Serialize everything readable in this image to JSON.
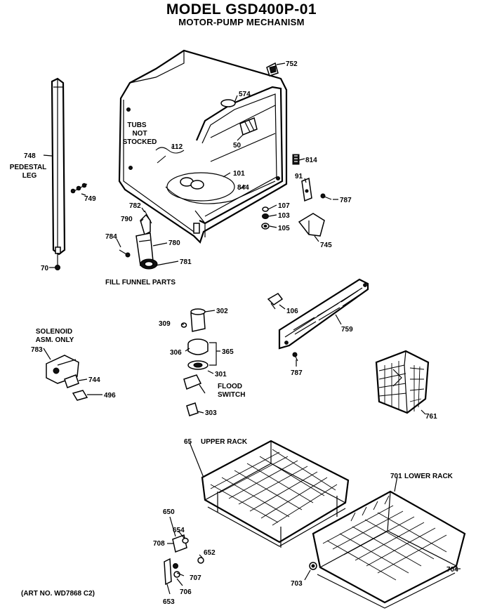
{
  "header": {
    "model": "MODEL GSD400P-01",
    "subtitle": "MOTOR-PUMP MECHANISM"
  },
  "captions": {
    "tubs_not_stocked": [
      "TUBS",
      "NOT",
      "STOCKED"
    ],
    "pedestal_leg": [
      "PEDESTAL",
      "LEG"
    ],
    "fill_funnel_parts": "FILL FUNNEL PARTS",
    "solenoid_asm_only": [
      "SOLENOID",
      "ASM. ONLY"
    ],
    "flood_switch": [
      "FLOOD",
      "SWITCH"
    ],
    "upper_rack": "UPPER RACK",
    "lower_rack": "LOWER RACK",
    "art_no": "(ART NO. WD7868 C2)"
  },
  "labels": {
    "p752": "752",
    "p574": "574",
    "p112": "112",
    "p50": "50",
    "p101": "101",
    "p844": "844",
    "p748": "748",
    "p749": "749",
    "p70": "70",
    "p814": "814",
    "p91": "91",
    "p787a": "787",
    "p107": "107",
    "p103": "103",
    "p105": "105",
    "p745": "745",
    "p782": "782",
    "p790": "790",
    "p784": "784",
    "p780": "780",
    "p781": "781",
    "p106": "106",
    "p759": "759",
    "p787b": "787",
    "p309": "309",
    "p302": "302",
    "p306": "306",
    "p365": "365",
    "p301": "301",
    "p303": "303",
    "p783": "783",
    "p744": "744",
    "p496": "496",
    "p761": "761",
    "p65": "65",
    "p701": "701",
    "p650": "650",
    "p654": "654",
    "p708": "708",
    "p652": "652",
    "p707": "707",
    "p706": "706",
    "p653": "653",
    "p703": "703",
    "p704": "704"
  }
}
